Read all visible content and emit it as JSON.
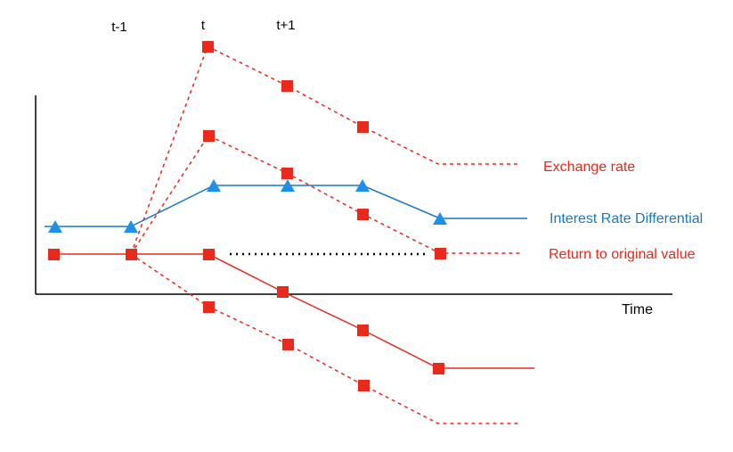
{
  "time_markers": [
    "t-1",
    "t",
    "t+1"
  ],
  "axis_label": "Time",
  "labels": {
    "exchange_rate": "Exchange rate",
    "interest_rate_differential": "Interest Rate Differential",
    "return_to_original": "Return to original value"
  },
  "colors": {
    "exchange_rate": "#e8291c",
    "interest_rate_differential": "#1a78c2",
    "triangle_marker": "#1e90e8",
    "axis": "#000000",
    "dotted_reference": "#000000"
  }
}
